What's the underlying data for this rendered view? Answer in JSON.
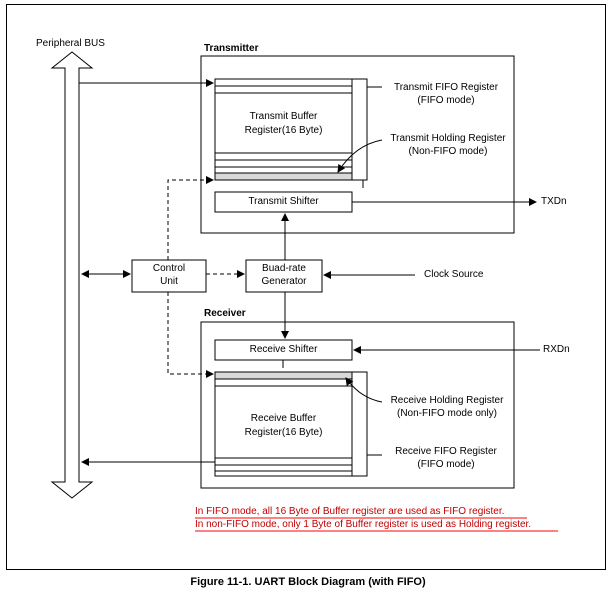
{
  "bus": {
    "label": "Peripheral BUS"
  },
  "transmitter": {
    "title": "Transmitter",
    "buffer": {
      "line1": "Transmit Buffer",
      "line2": "Register(16 Byte)"
    },
    "shifter": "Transmit Shifter",
    "fifo_note": {
      "line1": "Transmit FIFO Register",
      "line2": "(FIFO mode)"
    },
    "holding_note": {
      "line1": "Transmit Holding Register",
      "line2": "(Non-FIFO mode)"
    }
  },
  "control_unit": {
    "line1": "Control",
    "line2": "Unit"
  },
  "baud_gen": {
    "line1": "Buad-rate",
    "line2": "Generator"
  },
  "clock_source": "Clock Source",
  "txd": "TXDn",
  "rxd": "RXDn",
  "receiver": {
    "title": "Receiver",
    "shifter": "Receive Shifter",
    "buffer": {
      "line1": "Receive Buffer",
      "line2": "Register(16 Byte)"
    },
    "holding_note": {
      "line1": "Receive Holding Register",
      "line2": "(Non-FIFO mode only)"
    },
    "fifo_note": {
      "line1": "Receive FIFO Register",
      "line2": "(FIFO mode)"
    }
  },
  "notes": {
    "line1": "In FIFO mode, all 16 Byte of Buffer register are used as FIFO register.",
    "line2": "In non-FIFO mode, only 1 Byte of Buffer register is used as Holding register."
  },
  "caption": "Figure 11-1. UART Block Diagram (with FIFO)",
  "colors": {
    "line": "#000000",
    "note_text": "#c00000",
    "underline": "#ff0000",
    "holding_fill": "#d9d9d9"
  }
}
